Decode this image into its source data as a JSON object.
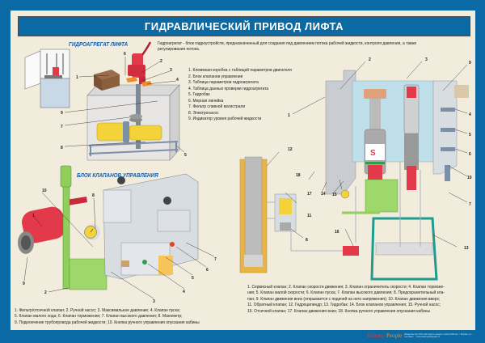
{
  "title": "ГИДРАВЛИЧЕСКИЙ ПРИВОД ЛИФТА",
  "colors": {
    "frame_blue": "#0b6aa3",
    "paper": "#f1ecdb",
    "section_title": "#1a5ea8",
    "hydraulic_red": "#e23a4a",
    "motor_yellow": "#f4d23a",
    "tank_blue": "#bfe0ea",
    "valve_green": "#8fcf5a",
    "cabin_teal": "#1f9c8f"
  },
  "hydro_unit": {
    "section_title": "ГИДРОАГРЕГАТ ЛИФТА",
    "description": "Гидроагрегат - блок гидроустройств, предназначенный для создания под давлением потока рабочей жидкости, контроля давления, а также регулирования потока.",
    "legend": [
      "1. Клеммная коробка с таблицей параметров двигателя",
      "2. Блок клапанов управления",
      "3. Таблица параметров гидроагрегата",
      "4. Таблица данных проверки гидроагрегата",
      "5. Гидробак",
      "6. Мерная линейка",
      "7. Фильтр сливной магистрали",
      "8. Электронасос",
      "9. Индикатор уровня рабочей жидкости"
    ],
    "callouts": [
      "1",
      "2",
      "3",
      "4",
      "5",
      "6",
      "7",
      "8",
      "9"
    ]
  },
  "valve_block": {
    "section_title": "БЛОК КЛАПАНОВ УПРАВЛЕНИЯ",
    "caption_lines": [
      "1. Фильтр/отсечной клапан; 2. Ручной насос; 3. Максимальное давление; 4. Клапан пуска;",
      "5. Клапан малого хода; 6. Клапан торможения; 7. Клапан высокого давления; 8. Манометр;",
      "9. Подключение трубопровода рабочей жидкости; 10. Кнопка ручного управления опускания кабины"
    ],
    "callouts": [
      "1",
      "2",
      "3",
      "4",
      "5",
      "6",
      "7",
      "8",
      "9",
      "10"
    ]
  },
  "scheme": {
    "caption_lines": [
      "1. Сервисный клапан; 2. Клапан скорости движения; 3. Клапан ограничитель скорости; 4. Клапан торможе-",
      "ния; 5. Клапан малой скорости; 6. Клапан пуска; 7. Клапан высокого давления; 8. Предохранительный кла-",
      "пан;  9. Клапан движения вниз (открывается с подачей на него напряжения); 10. Клапан движения вверх;",
      "11. Обратный клапан; 12. Гидроцилиндр; 13. Гидробак; 14. Блок клапанов управления; 15. Ручной насос;",
      "16. Отсечной клапан; 17. Клапан движения вниз; 18. Кнопка ручного управления опускания кабины"
    ],
    "callouts": [
      "1",
      "2",
      "3",
      "4",
      "5",
      "6",
      "7",
      "8",
      "9",
      "10",
      "11",
      "12",
      "13",
      "14",
      "15",
      "16",
      "17",
      "18"
    ]
  },
  "footer": {
    "brand_part1": "History",
    "brand_part2": "People",
    "fine_print": "Издательство ООО «История в людях» тираж 1000 экз. г. Москва, ул. ... тел./факс ... www.historyandpeople.ru"
  }
}
